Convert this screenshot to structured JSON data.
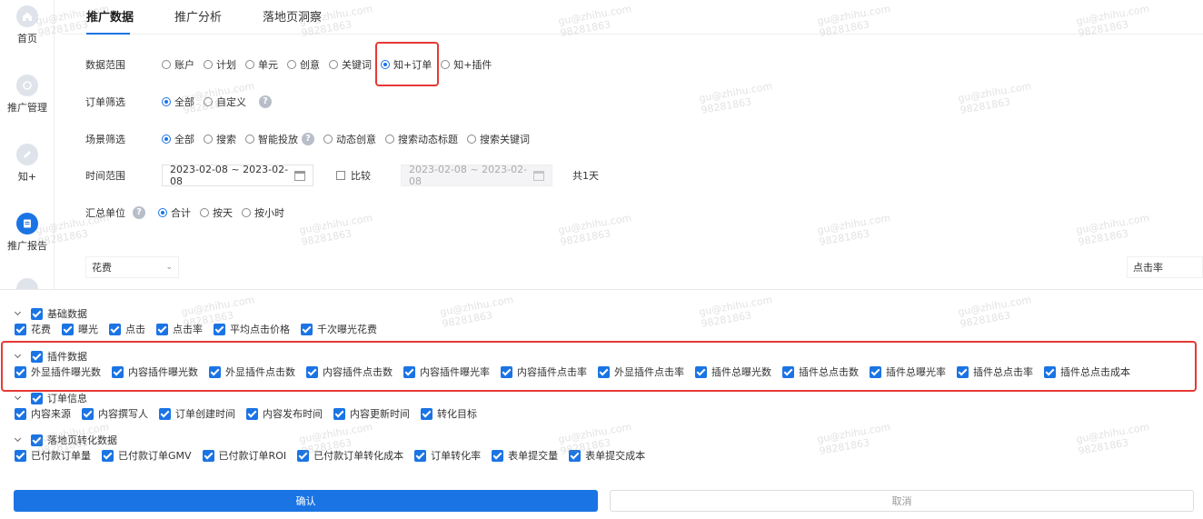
{
  "sidebar": {
    "items": [
      {
        "label": "首页",
        "icon": "home-icon"
      },
      {
        "label": "推广管理",
        "icon": "refresh-icon"
      },
      {
        "label": "知+",
        "icon": "edit-icon"
      },
      {
        "label": "推广报告",
        "icon": "report-icon",
        "active": true
      }
    ]
  },
  "tabs": [
    "推广数据",
    "推广分析",
    "落地页洞察"
  ],
  "filters": {
    "data_range": {
      "label": "数据范围",
      "options": [
        "账户",
        "计划",
        "单元",
        "创意",
        "关键词",
        "知+订单",
        "知+插件"
      ],
      "selected": "知+订单"
    },
    "order_filter": {
      "label": "订单筛选",
      "options": [
        "全部",
        "自定义"
      ],
      "selected": "全部"
    },
    "scene_filter": {
      "label": "场景筛选",
      "options": [
        "全部",
        "搜索",
        "智能投放",
        "动态创意",
        "搜索动态标题",
        "搜索关键词"
      ],
      "selected": "全部"
    },
    "time_range": {
      "label": "时间范围",
      "value": "2023-02-08 ~ 2023-02-08",
      "compare_label": "比较",
      "compare_value": "2023-02-08 ~ 2023-02-08",
      "total_days": "共1天"
    },
    "summary_unit": {
      "label": "汇总单位",
      "options": [
        "合计",
        "按天",
        "按小时"
      ],
      "selected": "合计"
    }
  },
  "metric_select": {
    "left": "花费",
    "right": "点击率"
  },
  "column_groups": [
    {
      "title": "基础数据",
      "items": [
        "花费",
        "曝光",
        "点击",
        "点击率",
        "平均点击价格",
        "千次曝光花费"
      ]
    },
    {
      "title": "插件数据",
      "items": [
        "外显插件曝光数",
        "内容插件曝光数",
        "外显插件点击数",
        "内容插件点击数",
        "内容插件曝光率",
        "内容插件点击率",
        "外显插件点击率",
        "插件总曝光数",
        "插件总点击数",
        "插件总曝光率",
        "插件总点击率",
        "插件总点击成本"
      ]
    },
    {
      "title": "订单信息",
      "items": [
        "内容来源",
        "内容撰写人",
        "订单创建时间",
        "内容发布时间",
        "内容更新时间",
        "转化目标"
      ]
    },
    {
      "title": "落地页转化数据",
      "items": [
        "已付款订单量",
        "已付款订单GMV",
        "已付款订单ROI",
        "已付款订单转化成本",
        "订单转化率",
        "表单提交量",
        "表单提交成本"
      ]
    }
  ],
  "buttons": {
    "confirm": "确认",
    "cancel": "取消"
  },
  "watermark": {
    "line1": "gu@zhihu.com",
    "line2": "98281863"
  },
  "colors": {
    "accent": "#1b74e4",
    "highlight": "#e53935"
  }
}
